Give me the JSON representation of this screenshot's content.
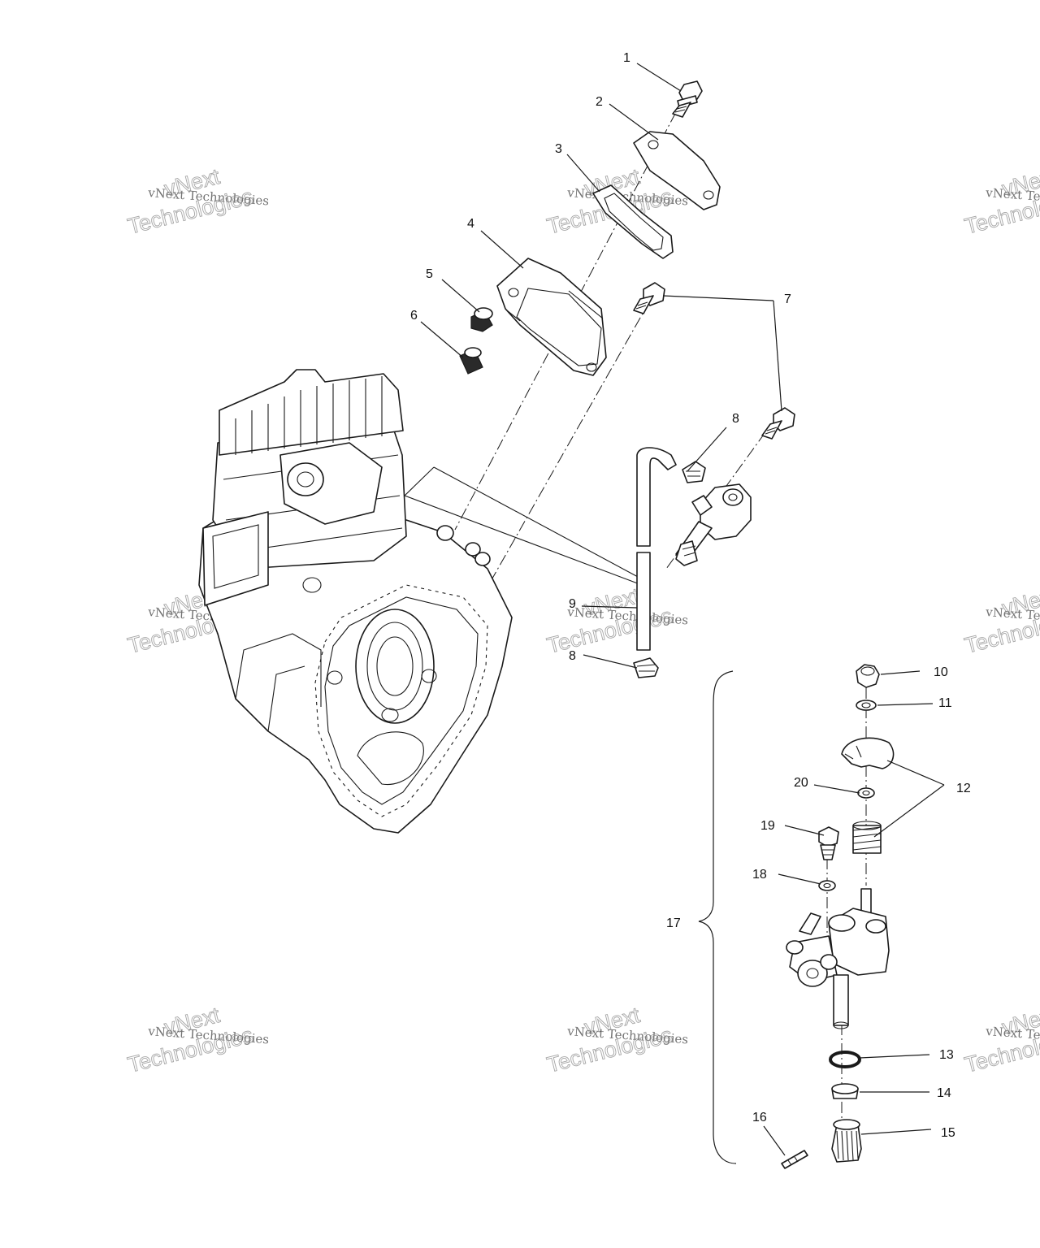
{
  "diagram": {
    "callouts": [
      "1",
      "2",
      "3",
      "4",
      "5",
      "6",
      "7",
      "8",
      "8",
      "9",
      "10",
      "11",
      "12",
      "13",
      "14",
      "15",
      "16",
      "17",
      "18",
      "19",
      "20"
    ],
    "watermark": {
      "top": "vNext",
      "middle": "vNext Technologies",
      "bottom": "Technologies"
    }
  }
}
